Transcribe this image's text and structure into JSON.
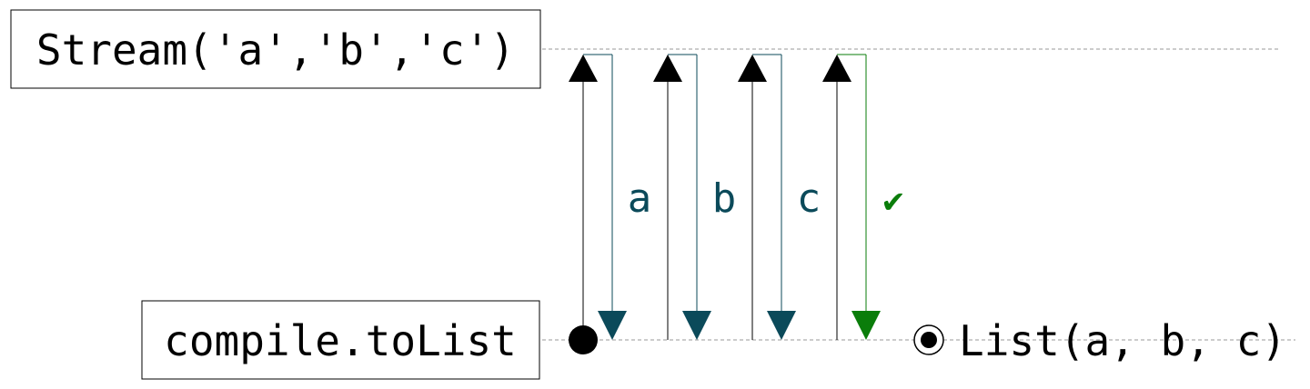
{
  "source_label": "Stream('a','b','c')",
  "sink_label": "compile.toList",
  "result_label": "List(a, b, c)",
  "events": [
    {
      "label": "a",
      "kind": "element"
    },
    {
      "label": "b",
      "kind": "element"
    },
    {
      "label": "c",
      "kind": "element"
    },
    {
      "label": "✔",
      "kind": "completion"
    }
  ],
  "colors": {
    "element": "#0b4a5a",
    "completion": "#0a7d0a",
    "request": "#000000",
    "guide": "#9a9a9a"
  }
}
